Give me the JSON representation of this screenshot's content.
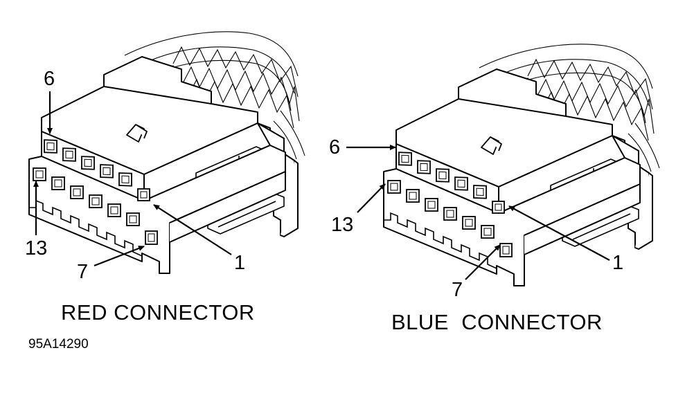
{
  "figure_id": "95A14290",
  "connectors": [
    {
      "caption": "RED CONNECTOR",
      "pin_labels": {
        "top_left": "6",
        "top_right": "1",
        "bottom_left": "13",
        "bottom_right": "7"
      }
    },
    {
      "caption": "BLUE  CONNECTOR",
      "pin_labels": {
        "top_left": "6",
        "top_right": "1",
        "bottom_left": "13",
        "bottom_right": "7"
      }
    }
  ],
  "colors": {
    "ink": "#000000",
    "paper": "#ffffff"
  }
}
